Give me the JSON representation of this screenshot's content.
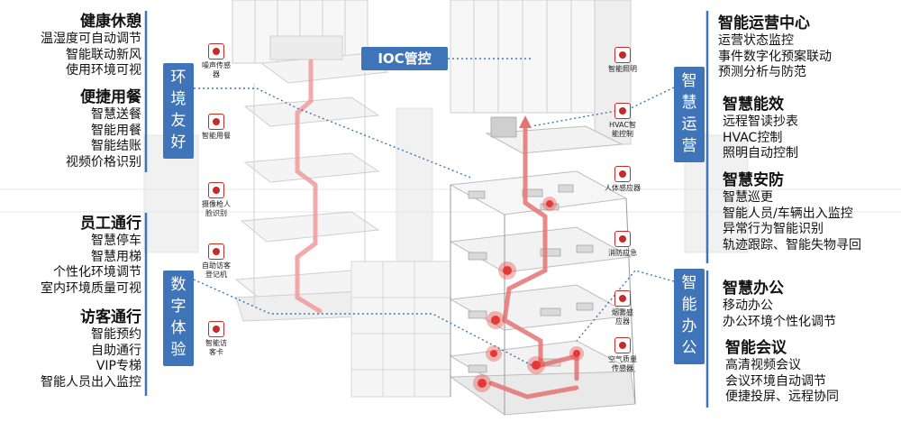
{
  "ioc_label": "IOC管控",
  "left_panel": [
    {
      "title": "健康休憩",
      "items": [
        "温湿度可自动调节",
        "智能联动新风",
        "使用环境可视"
      ]
    },
    {
      "title": "便捷用餐",
      "items": [
        "智慧送餐",
        "智能用餐",
        "智能结账",
        "视频价格识别"
      ]
    },
    {
      "title": "员工通行",
      "items": [
        "智慧停车",
        "智慧用梯",
        "个性化环境调节",
        "室内环境质量可视"
      ]
    },
    {
      "title": "访客通行",
      "items": [
        "智能预约",
        "自助通行",
        "VIP专梯",
        "智能人员出入监控"
      ]
    }
  ],
  "right_panel": [
    {
      "title": "智能运营中心",
      "items": [
        "运营状态监控",
        "事件数字化预案联动",
        "预测分析与防范"
      ]
    },
    {
      "title": "智慧能效",
      "items": [
        "远程智读抄表",
        "HVAC控制",
        "照明自动控制"
      ]
    },
    {
      "title": "智慧安防",
      "items": [
        "智慧巡更",
        "智能人员/车辆出入监控",
        "异常行为智能识别",
        "轨迹跟踪、智能失物寻回"
      ]
    },
    {
      "title": "智慧办公",
      "items": [
        "移动办公",
        "办公环境个性化调节"
      ]
    },
    {
      "title": "智能会议",
      "items": [
        "高清视频会议",
        "会议环境自动调节",
        "便捷投屏、远程协同"
      ]
    }
  ],
  "vertical_labels": {
    "env": [
      "环",
      "境",
      "友",
      "好"
    ],
    "digital": [
      "数",
      "字",
      "体",
      "验"
    ],
    "ops": [
      "智",
      "慧",
      "运",
      "营"
    ],
    "office": [
      "智",
      "能",
      "办",
      "公"
    ]
  },
  "devices_left": [
    {
      "name": "噪声传感器",
      "lines": [
        "噪声传感",
        "器"
      ]
    },
    {
      "name": "智能用餐",
      "lines": [
        "智能用餐"
      ]
    },
    {
      "name": "摄像枪人脸识别",
      "lines": [
        "摄像枪人",
        "脸识别"
      ]
    },
    {
      "name": "自助访客登记机",
      "lines": [
        "自助访客",
        "登记机"
      ]
    },
    {
      "name": "智能访客卡",
      "lines": [
        "智能访",
        "客卡"
      ]
    }
  ],
  "devices_right": [
    {
      "name": "智能照明",
      "lines": [
        "智能照明"
      ]
    },
    {
      "name": "HVAC智能控制",
      "lines": [
        "HVAC智",
        "能控制"
      ]
    },
    {
      "name": "人体感应器",
      "lines": [
        "人体感应器"
      ]
    },
    {
      "name": "消防应急",
      "lines": [
        "消防应急"
      ]
    },
    {
      "name": "烟雾感应器",
      "lines": [
        "烟雾感",
        "应器"
      ]
    },
    {
      "name": "空气质量传感器",
      "lines": [
        "空气质量",
        "传感器"
      ]
    }
  ],
  "colors": {
    "label_blue": "#3f75b8",
    "accent_red": "#c62b2b",
    "line_gray": "#444444"
  }
}
